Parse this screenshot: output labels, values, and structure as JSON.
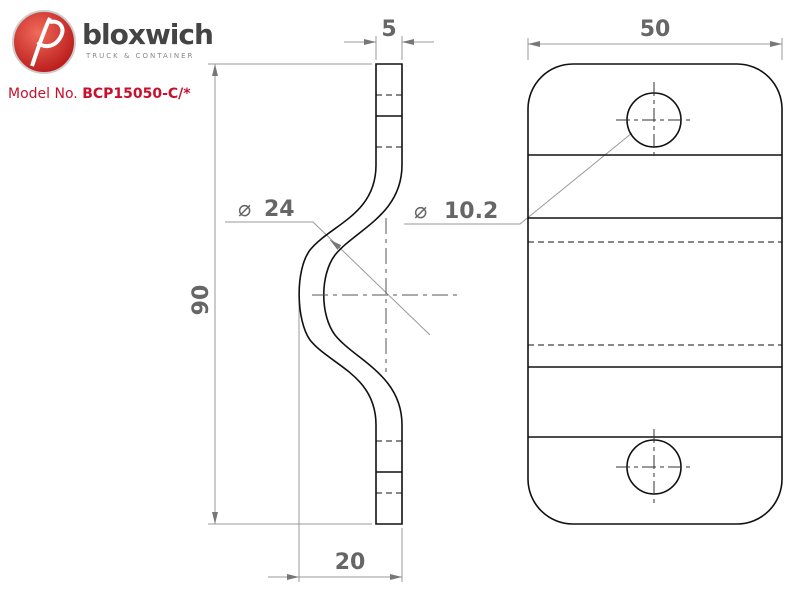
{
  "logo": {
    "brand": "bloxwich",
    "tagline": "TRUCK & CONTAINER",
    "colors": {
      "red": "#d42a2a",
      "grey": "#444444"
    }
  },
  "model": {
    "label": "Model No.",
    "number": "BCP15050-C/*"
  },
  "dimensions": {
    "thickness": "5",
    "width": "50",
    "height": "90",
    "depth": "20",
    "bend_diameter": "24",
    "hole_diameter": "10.2",
    "diameter_symbol": "⌀"
  }
}
